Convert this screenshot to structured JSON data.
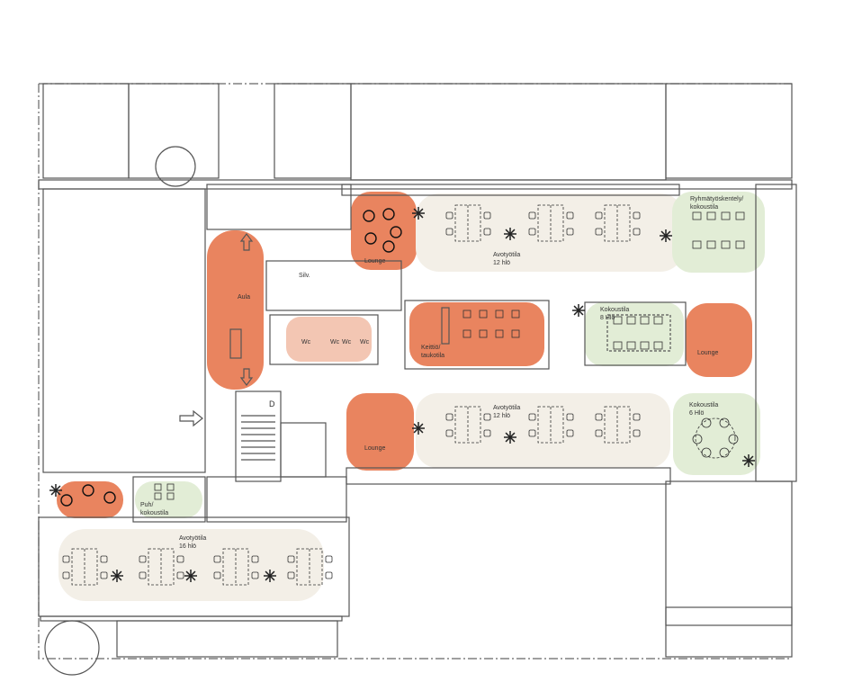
{
  "colors": {
    "lounge": "#e9845f",
    "wc_zone": "#f3c6b3",
    "meeting": "#e2edd6",
    "open_office": "#f3efe7",
    "wall": "#555555"
  },
  "rooms": {
    "aula": "Aula",
    "silv": "Silv.",
    "wc": [
      "Wc",
      "Wc",
      "Wc",
      "Wc"
    ],
    "stair_d": "D",
    "lounge_top": "Lounge",
    "lounge_right": "Lounge",
    "lounge_mid": "Lounge",
    "open_office_top": "Avotyötila\n12 hlö",
    "open_office_mid": "Avotyötila\n12 hlö",
    "open_office_bottom": "Avotyötila\n16 hlö",
    "kitchen": "Keittiö/\ntaukotila",
    "meeting_8": "Kokoustila\n8 Hlö",
    "meeting_6": "Kokoustila\n6 Hlö",
    "group_work": "Ryhmätyöskentely/\nkokoustila",
    "phone_room": "Puh/\nkokoustila"
  }
}
